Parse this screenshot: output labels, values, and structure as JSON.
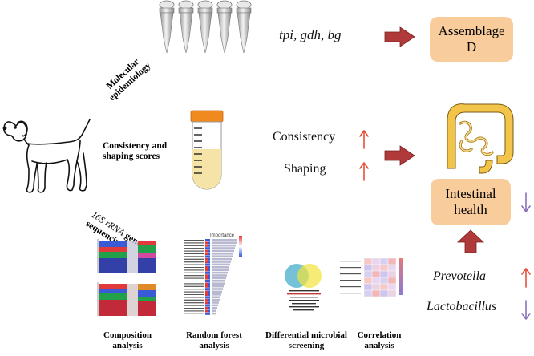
{
  "row1": {
    "section": "Molecular epidemiology",
    "genes": "tpi, gdh, bg",
    "result": "Assemblage D"
  },
  "row2": {
    "section": "Consistency and shaping scores",
    "consistency": "Consistency",
    "shaping": "Shaping"
  },
  "row3": {
    "section_italic": "16S rRNA",
    "section_rest": "gene sequencing"
  },
  "analyses": {
    "composition": "Composition analysis",
    "random_forest": "Random forest analysis",
    "differential": "Differential microbial screening",
    "correlation": "Correlation analysis"
  },
  "intestinal_health": "Intestinal health",
  "taxa": {
    "prevotella": "Prevotella",
    "lactobacillus": "Lactobacillus"
  },
  "random_forest_chart": {
    "title": "Importance"
  },
  "colors": {
    "box": "#f9cc9b",
    "arrow_dark": "#b03a3a",
    "arrow_up": "#e8503a",
    "arrow_down": "#8a6fbf"
  }
}
